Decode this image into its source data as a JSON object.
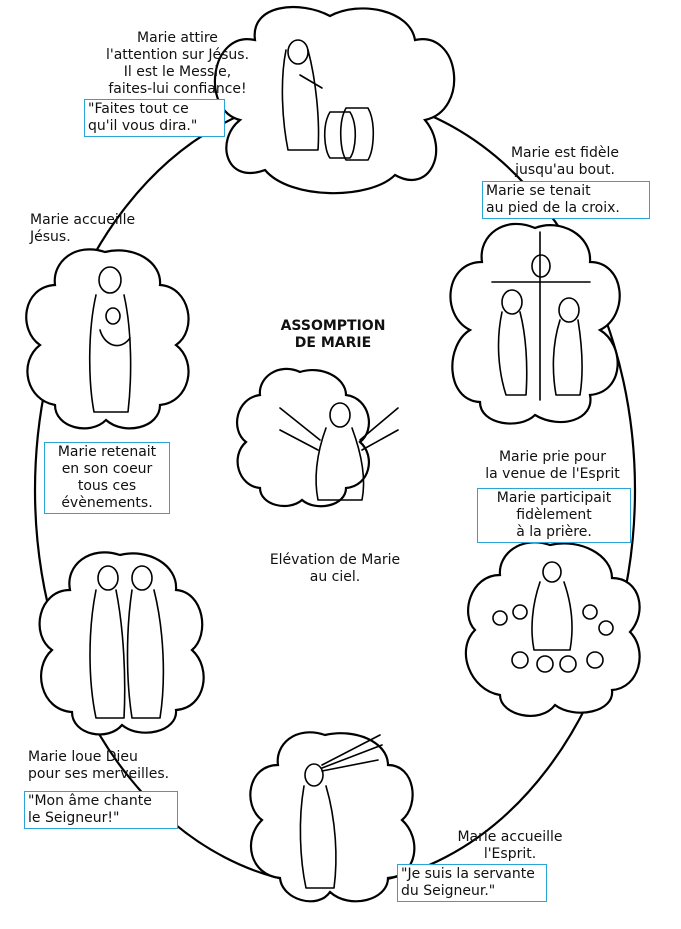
{
  "center": {
    "title": "ASSOMPTION\nDE MARIE",
    "caption": "Elévation de Marie\nau ciel."
  },
  "scenes": {
    "cana": {
      "text": "Marie attire\nl'attention sur Jésus.\nIl est le Messie,\nfaites-lui confiance!",
      "quote": "\"Faites tout ce\nqu'il vous dira.\""
    },
    "croix": {
      "text": "Marie est fidèle\njusqu'au bout.",
      "quote": "Marie se tenait\nau pied de la croix."
    },
    "pentecote": {
      "text": "Marie prie pour\nla venue de l'Esprit",
      "quote": "Marie participait\nfidèlement\nà la prière."
    },
    "annonciation": {
      "text": "Marie accueille\nl'Esprit.",
      "quote": "\"Je suis la servante\ndu Seigneur.\""
    },
    "visitation": {
      "text": "Marie loue Dieu\npour ses merveilles.",
      "quote": "\"Mon âme chante\nle Seigneur!\""
    },
    "nativite": {
      "text": "Marie accueille\nJésus.",
      "quote": "Marie retenait\nen son coeur\ntous ces\névènements."
    }
  },
  "colors": {
    "line": "#000000",
    "quote_border": "#2aa3d6"
  }
}
